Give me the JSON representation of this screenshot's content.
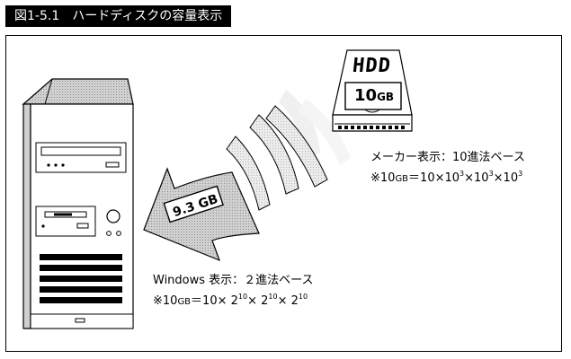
{
  "title": "図1-5.1　ハードディスクの容量表示",
  "hdd": {
    "brand": "HDD",
    "capacity": "10",
    "capacity_unit": "GB"
  },
  "arrow_label": "9.3 GB",
  "maker": {
    "heading": "メーカー表示：10進法ベース",
    "formula_prefix": "※10",
    "formula_unit": "GB",
    "formula_eq": "＝10×10",
    "exp": "3",
    "times_ten": "×10"
  },
  "windows": {
    "heading": "Windows 表示：２進法ベース",
    "formula_prefix": "※10",
    "formula_unit": "GB",
    "formula_eq": "＝10× 2",
    "exp": "10",
    "times_two": "× 2"
  }
}
